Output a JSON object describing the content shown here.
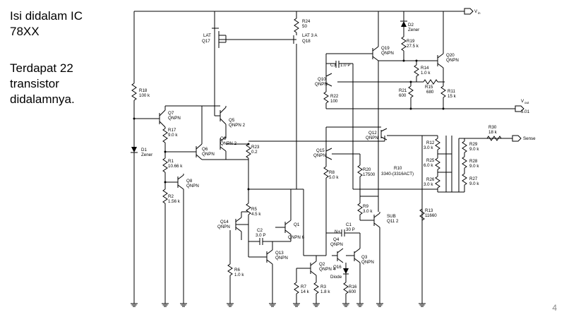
{
  "slide": {
    "title_line1": "Isi didalam IC",
    "title_line2": "78XX",
    "desc_line1": "Terdapat 22",
    "desc_line2": "transistor",
    "desc_line3": "didalamnya.",
    "page_number": "4"
  },
  "schematic": {
    "vin": "V",
    "vin_sub": "in",
    "vout": "V",
    "vout_sub": "out",
    "vout_value": "5.01",
    "sense": "Sense",
    "transistors": [
      {
        "id": "q7",
        "name": "Q7",
        "type": "QNPN"
      },
      {
        "id": "q5",
        "name": "Q5",
        "type": "QNPN 2"
      },
      {
        "id": "q6",
        "name": "Q6",
        "type": "QNPN"
      },
      {
        "id": "q9",
        "name": "Q9",
        "type": "QNPN 2"
      },
      {
        "id": "q8",
        "name": "Q8",
        "type": "QNPN"
      },
      {
        "id": "q17",
        "name": "Q17",
        "type": "LAT"
      },
      {
        "id": "q18",
        "name": "Q18",
        "type": "LAT 3 A"
      },
      {
        "id": "q19",
        "name": "Q19",
        "type": "QNPN"
      },
      {
        "id": "q20",
        "name": "Q20",
        "type": "QNPN"
      },
      {
        "id": "q10",
        "name": "Q10",
        "type": "QNPN"
      },
      {
        "id": "q12",
        "name": "Q12",
        "type": "QNPN"
      },
      {
        "id": "q15",
        "name": "Q15",
        "type": "QNPN"
      },
      {
        "id": "q14",
        "name": "Q14",
        "type": "QNPN"
      },
      {
        "id": "q1",
        "name": "Q1",
        "type": "QNPN 6"
      },
      {
        "id": "q13",
        "name": "Q13",
        "type": "QNPN"
      },
      {
        "id": "q2",
        "name": "Q2",
        "type": "QNPN 4"
      },
      {
        "id": "q4",
        "name": "Q4",
        "type": "QNPN"
      },
      {
        "id": "q16",
        "name": "Q16",
        "type": ""
      },
      {
        "id": "q3",
        "name": "Q3",
        "type": "QNPN"
      },
      {
        "id": "q11",
        "name": "Q11 2",
        "type": "SUB"
      }
    ],
    "resistors": [
      {
        "id": "r18",
        "name": "R18",
        "value": "100 k"
      },
      {
        "id": "r17",
        "name": "R17",
        "value": "9.0 k"
      },
      {
        "id": "r1",
        "name": "R1",
        "value": "10.66 k"
      },
      {
        "id": "r2",
        "name": "R2",
        "value": "1.56 k"
      },
      {
        "id": "r24",
        "name": "R24",
        "value": "50"
      },
      {
        "id": "r19",
        "name": "R19",
        "value": "27.5 k"
      },
      {
        "id": "r14",
        "name": "R14",
        "value": "1.0 k"
      },
      {
        "id": "r15",
        "name": "R15",
        "value": "680"
      },
      {
        "id": "r21",
        "name": "R21",
        "value": "600"
      },
      {
        "id": "r22",
        "name": "R22",
        "value": "100"
      },
      {
        "id": "r23",
        "name": "R23",
        "value": "0.2"
      },
      {
        "id": "r11",
        "name": "R11",
        "value": "15 k"
      },
      {
        "id": "r5",
        "name": "R5",
        "value": "4.5 k"
      },
      {
        "id": "r6",
        "name": "R6",
        "value": "1.0 k"
      },
      {
        "id": "r7",
        "name": "R7",
        "value": "14 k"
      },
      {
        "id": "r3",
        "name": "R3",
        "value": "1.8 k"
      },
      {
        "id": "r8",
        "name": "R8",
        "value": "5.0 k"
      },
      {
        "id": "r20",
        "name": "R20",
        "value": "17500"
      },
      {
        "id": "r16",
        "name": "R16",
        "value": "600"
      },
      {
        "id": "r9",
        "name": "R9",
        "value": "3.0 k"
      },
      {
        "id": "r12",
        "name": "R12",
        "value": "3.0 k"
      },
      {
        "id": "r25",
        "name": "R25",
        "value": "6.0 k"
      },
      {
        "id": "r26",
        "name": "R26",
        "value": "3.0 k"
      },
      {
        "id": "r10",
        "name": "R10",
        "value": "3340-(3316ACT)"
      },
      {
        "id": "r13",
        "name": "R13",
        "value": "11660"
      },
      {
        "id": "r29",
        "name": "R29",
        "value": "9.0 k"
      },
      {
        "id": "r28",
        "name": "R28",
        "value": "9.0 k"
      },
      {
        "id": "r27",
        "name": "R27",
        "value": "9.0 k"
      },
      {
        "id": "r30",
        "name": "R30",
        "value": "18 k"
      }
    ],
    "capacitors": [
      {
        "id": "c3",
        "name": "C3",
        "value": "1.0 P"
      },
      {
        "id": "c2",
        "name": "C2",
        "value": "3.0 P"
      },
      {
        "id": "c1",
        "name": "C1",
        "value": "30 P"
      }
    ],
    "diodes": [
      {
        "id": "d1",
        "name": "D1",
        "type": "Zener"
      },
      {
        "id": "d2",
        "name": "D2",
        "type": "Zener"
      },
      {
        "id": "diode",
        "name": "Diode",
        "type": ""
      }
    ],
    "node_n1": "N+"
  }
}
